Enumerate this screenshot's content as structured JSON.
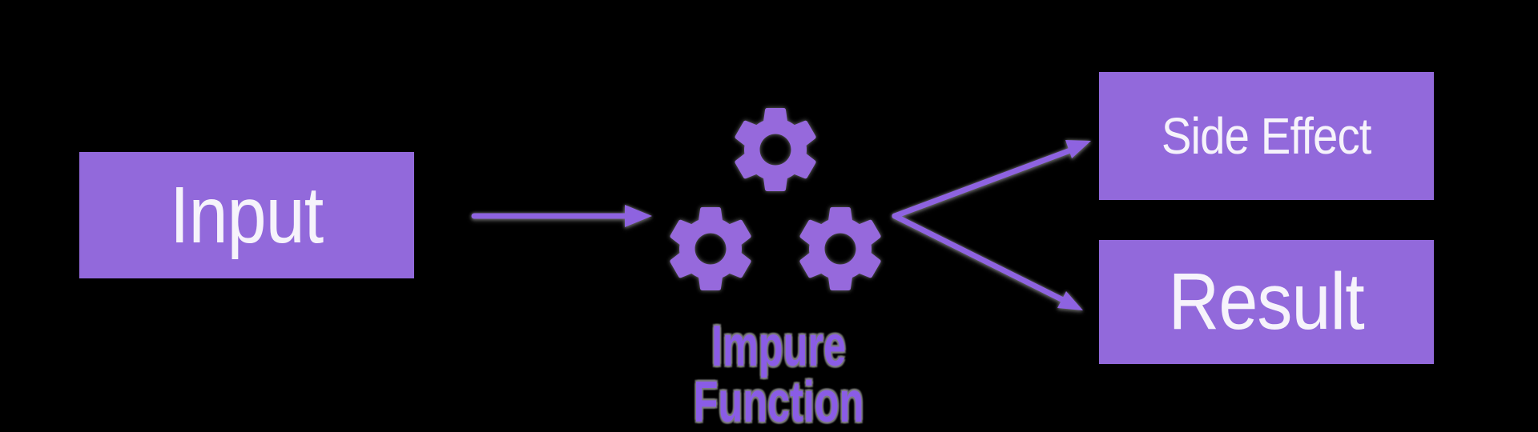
{
  "diagram": {
    "nodes": {
      "input": {
        "label": "Input"
      },
      "impure_function": {
        "lines": [
          "Impure",
          "Function"
        ],
        "icon": "gears-icon"
      },
      "side_effect": {
        "label": "Side Effect"
      },
      "result": {
        "label": "Result"
      }
    },
    "edges": [
      {
        "from": "input",
        "to": "impure_function"
      },
      {
        "from": "impure_function",
        "to": "side_effect"
      },
      {
        "from": "impure_function",
        "to": "result"
      }
    ],
    "colors": {
      "background": "#000000",
      "box_fill": "#9269DB",
      "box_text": "#F6F3FB",
      "arrow": "#8E63E0",
      "gear": "#9669DC",
      "label_text": "#8A5CE6",
      "halo": "#7D7D7D"
    }
  }
}
